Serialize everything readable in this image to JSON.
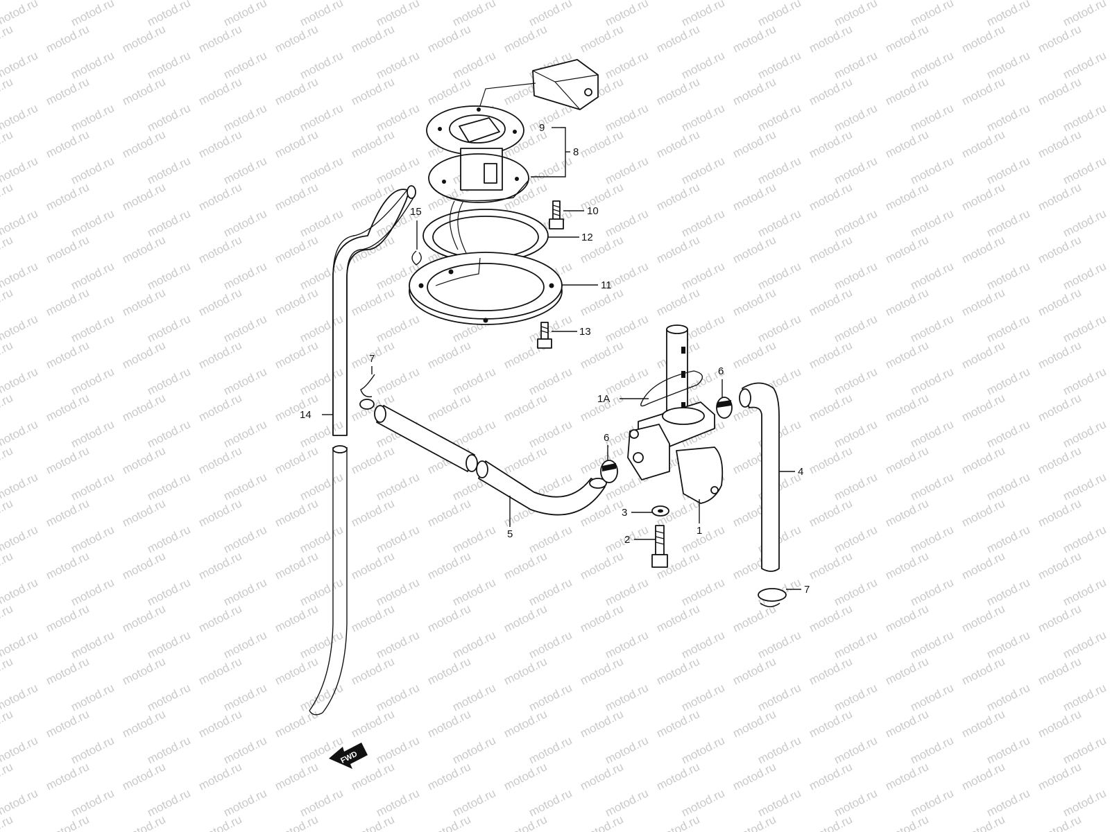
{
  "watermark_text": "motod.ru",
  "fwd_label": "FWD",
  "callouts": {
    "c1": "1",
    "c1a": "1A",
    "c2": "2",
    "c3": "3",
    "c4": "4",
    "c5": "5",
    "c6a": "6",
    "c6b": "6",
    "c7a": "7",
    "c7b": "7",
    "c8": "8",
    "c9": "9",
    "c10": "10",
    "c11": "11",
    "c12": "12",
    "c13": "13",
    "c14": "14",
    "c15": "15"
  }
}
